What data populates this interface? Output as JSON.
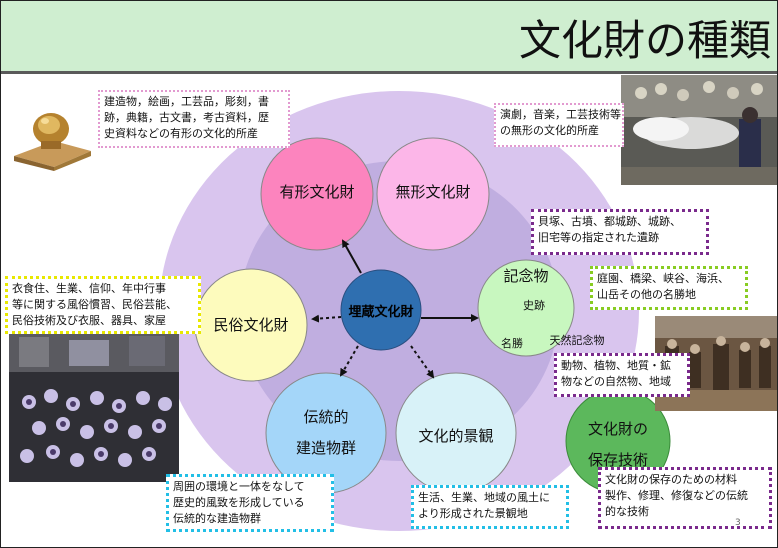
{
  "title": "文化財の種類",
  "center": {
    "label": "埋蔵文化財"
  },
  "categories": {
    "tangible": {
      "label": "有形文化財"
    },
    "intangible": {
      "label": "無形文化財"
    },
    "monuments": {
      "label": "記念物",
      "sub_historic": "史跡",
      "sub_scenic": "名勝",
      "sub_natural": "天然記念物"
    },
    "folk": {
      "label": "民俗文化財"
    },
    "traditional_buildings": {
      "line1": "伝統的",
      "line2": "建造物群"
    },
    "cultural_landscape": {
      "label": "文化的景観"
    },
    "conservation": {
      "line1": "文化財の",
      "line2": "保存技術"
    }
  },
  "notes": {
    "tangible": [
      "建造物，絵画，工芸品，彫刻，書",
      "跡，典籍，古文書，考古資料，歴",
      "史資料などの有形の文化的所産"
    ],
    "intangible": [
      "演劇，音楽，工芸技術等",
      "の無形の文化的所産"
    ],
    "historic_sites": [
      "貝塚、古墳、都城跡、城跡、",
      "旧宅等の指定された遺跡"
    ],
    "scenic": [
      "庭園、橋梁、峡谷、海浜、",
      "山岳その他の名勝地"
    ],
    "natural": [
      "動物、植物、地質・鉱",
      "物などの自然物、地域"
    ],
    "folk": [
      "衣食住、生業、信仰、年中行事",
      "等に関する風俗慣習、民俗芸能、",
      "民俗技術及び衣服、器具、家屋"
    ],
    "buildings": [
      "周囲の環境と一体をなして",
      "歴史的風致を形成している",
      "伝統的な建造物群"
    ],
    "landscape": [
      "生活、生業、地域の風土に",
      "より形成された景観地"
    ],
    "conservation": [
      "文化財の保存のための材料",
      "製作、修理、修復などの伝統",
      "的な技術"
    ]
  },
  "page_number": "3",
  "colors": {
    "title_bar": "#cfeed0",
    "outer_ellipse": "#d9c5ee",
    "inner_ellipse": "#c0aee0",
    "tangible": "#fc84be",
    "intangible": "#fcb6e8",
    "monuments": "#c8f7bf",
    "folk": "#fdfbbd",
    "traditional_buildings": "#a4d6f9",
    "cultural_landscape": "#d8f2f8",
    "center": "#2f6fb0",
    "conservation": "#5cb85c"
  },
  "icons": [
    "seal-photo",
    "performance-photo",
    "festival-photo",
    "craft-photo"
  ]
}
